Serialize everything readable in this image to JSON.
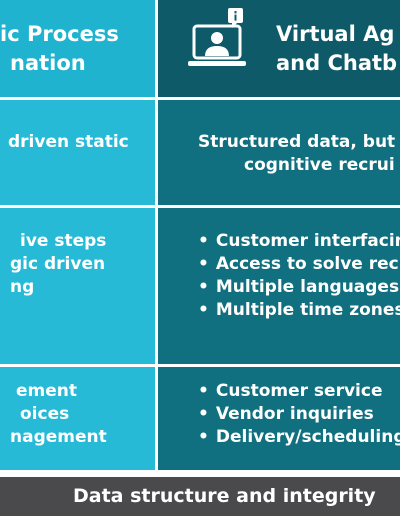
{
  "left_column": {
    "heading": [
      "ic Process",
      "nation"
    ],
    "rows": [
      {
        "lines": [
          "driven static"
        ]
      },
      {
        "lines": [
          "ive steps",
          "gic driven",
          "ng"
        ]
      },
      {
        "lines": [
          "ement",
          "oices",
          "nagement"
        ]
      }
    ]
  },
  "right_column": {
    "heading": [
      "Virtual Ag",
      "and Chatb"
    ],
    "icon": "agent-laptop-info-icon",
    "rows": [
      {
        "lines": [
          "Structured data, but",
          "cognitive recrui"
        ]
      },
      {
        "bullets": [
          "Customer interfacin",
          "Access to solve rec",
          "Multiple languages",
          "Multiple time zones"
        ]
      },
      {
        "bullets": [
          "Customer service",
          "Vendor inquiries",
          "Delivery/scheduling"
        ]
      }
    ]
  },
  "footer": {
    "label": "Data structure and integrity"
  },
  "colors": {
    "left_header": "#1fb3cf",
    "left_body": "#26bad6",
    "right_header": "#0e5a68",
    "right_body": "#11707f",
    "footer": "#4a4a4c",
    "divider": "#ffffff"
  }
}
